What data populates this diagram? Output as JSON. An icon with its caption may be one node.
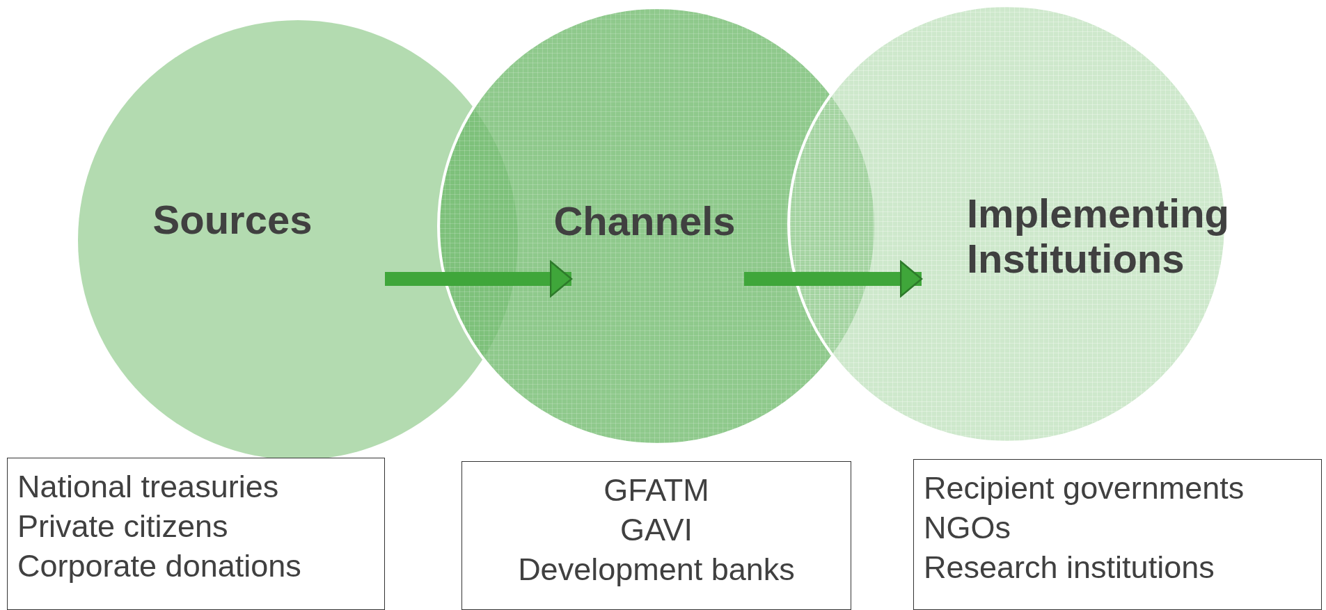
{
  "diagram": {
    "nodes": [
      {
        "text": [
          "Sources"
        ]
      },
      {
        "text": [
          "Channels"
        ]
      },
      {
        "text": [
          "Implementing Institutions"
        ]
      },
      {
        "text": [
          "National treasuries",
          "Private citizens",
          "Corporate donations"
        ]
      },
      {
        "text": [
          "GFATM",
          "GAVI",
          "Development banks"
        ]
      },
      {
        "text": [
          "Recipient governments",
          "NGOs",
          "Research institutions"
        ]
      }
    ],
    "edges": [
      {
        "from": 0,
        "to": 1,
        "arrow": "to"
      },
      {
        "from": 1,
        "to": 2,
        "arrow": "to"
      }
    ]
  }
}
